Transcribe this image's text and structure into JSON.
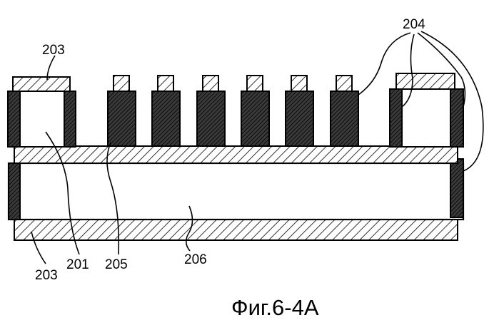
{
  "figure": {
    "caption": "Фиг.6-4A",
    "labels": {
      "l203_top": "203",
      "l204": "204",
      "l201": "201",
      "l205": "205",
      "l206": "206",
      "l203_bottom": "203"
    }
  },
  "colors": {
    "ink": "#000000",
    "paper": "#ffffff"
  }
}
